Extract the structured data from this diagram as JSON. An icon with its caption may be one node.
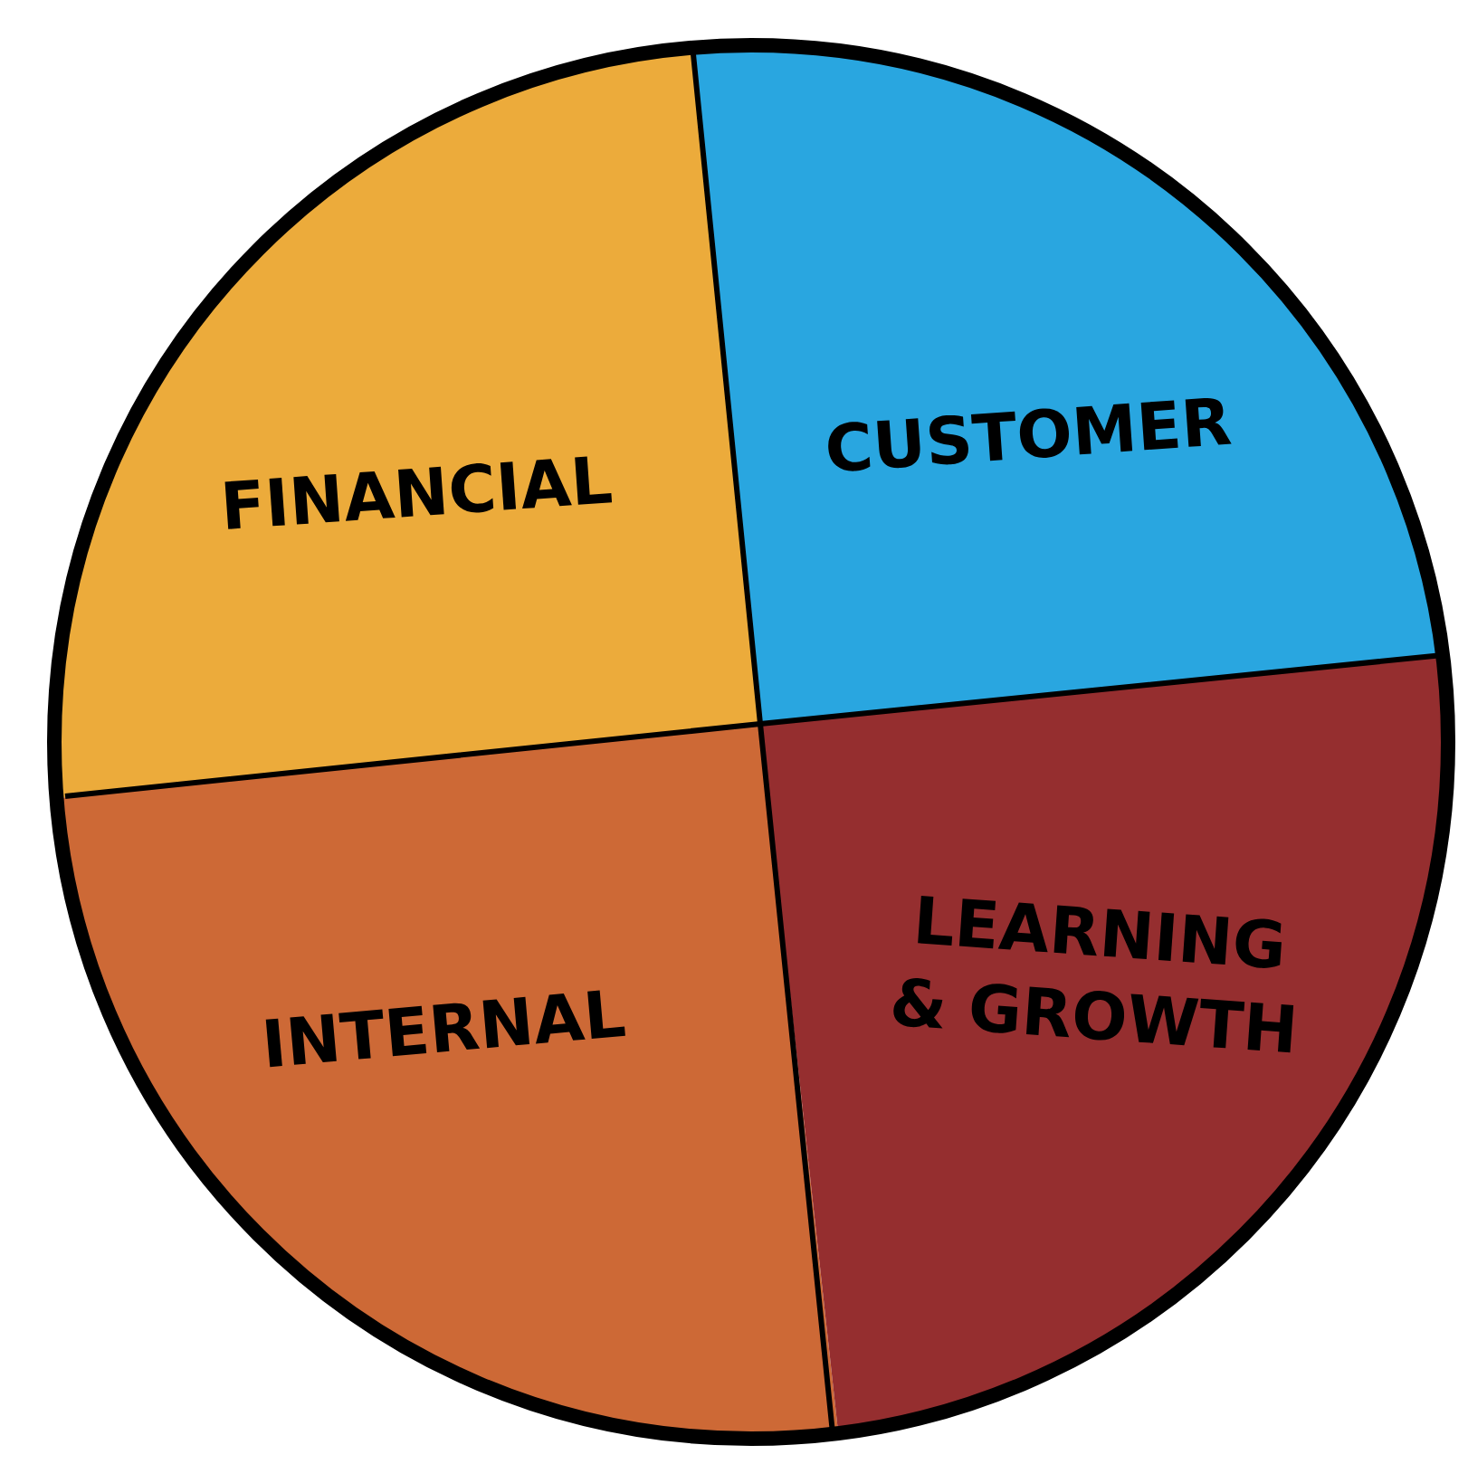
{
  "diagram": {
    "nodes": [
      {
        "text": [
          "FINANCIAL"
        ]
      },
      {
        "text": [
          "CUSTOMER"
        ]
      },
      {
        "text": [
          "INTERNAL"
        ]
      },
      {
        "text": [
          "LEARNING & GROWTH"
        ]
      }
    ]
  }
}
